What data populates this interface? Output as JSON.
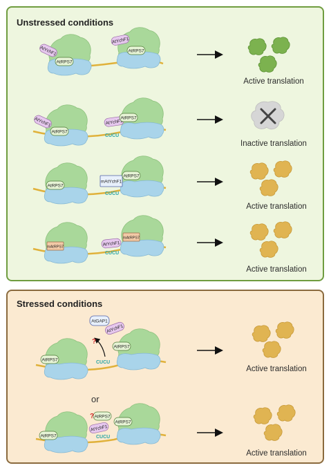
{
  "unstressed": {
    "title": "Unstressed conditions",
    "rows": [
      {
        "outcome": "Active translation"
      },
      {
        "outcome": "Inactive translation"
      },
      {
        "outcome": "Active translation"
      },
      {
        "outcome": "Active translation"
      }
    ]
  },
  "stressed": {
    "title": "Stressed conditions",
    "or_label": "or",
    "rows": [
      {
        "outcome": "Active translation"
      },
      {
        "outcome": "Active translation"
      }
    ]
  },
  "labels": {
    "atrps7": "AtRPS7",
    "atychf1": "AtYchF1",
    "atgap1": "AtGAP1",
    "matrps7": "mAtRPS7",
    "matychf1": "mAtYchF1",
    "cucu": "CUCU",
    "question": "?"
  },
  "colors": {
    "unstressed_bg": "#eef6df",
    "unstressed_border": "#6f9c3f",
    "stressed_bg": "#fbead1",
    "stressed_border": "#8a6a3d",
    "ribosome_large": "#a9d89a",
    "ribosome_small": "#a9d4ea",
    "mrna": "#e0b13a",
    "atychf1_tag": "#e6c8ee",
    "atrps7_tag": "#e7f4d6",
    "mutant_tag": "#f2c9a6",
    "active_protein_unstressed": "#7cb24f",
    "active_protein": "#e0b452",
    "inactive_protein": "#d6d6d6"
  },
  "icons": [
    "arrow-right-icon",
    "protein-cluster-icon",
    "inactive-x-icon",
    "question-mark-icon",
    "curved-arrow-icon"
  ]
}
